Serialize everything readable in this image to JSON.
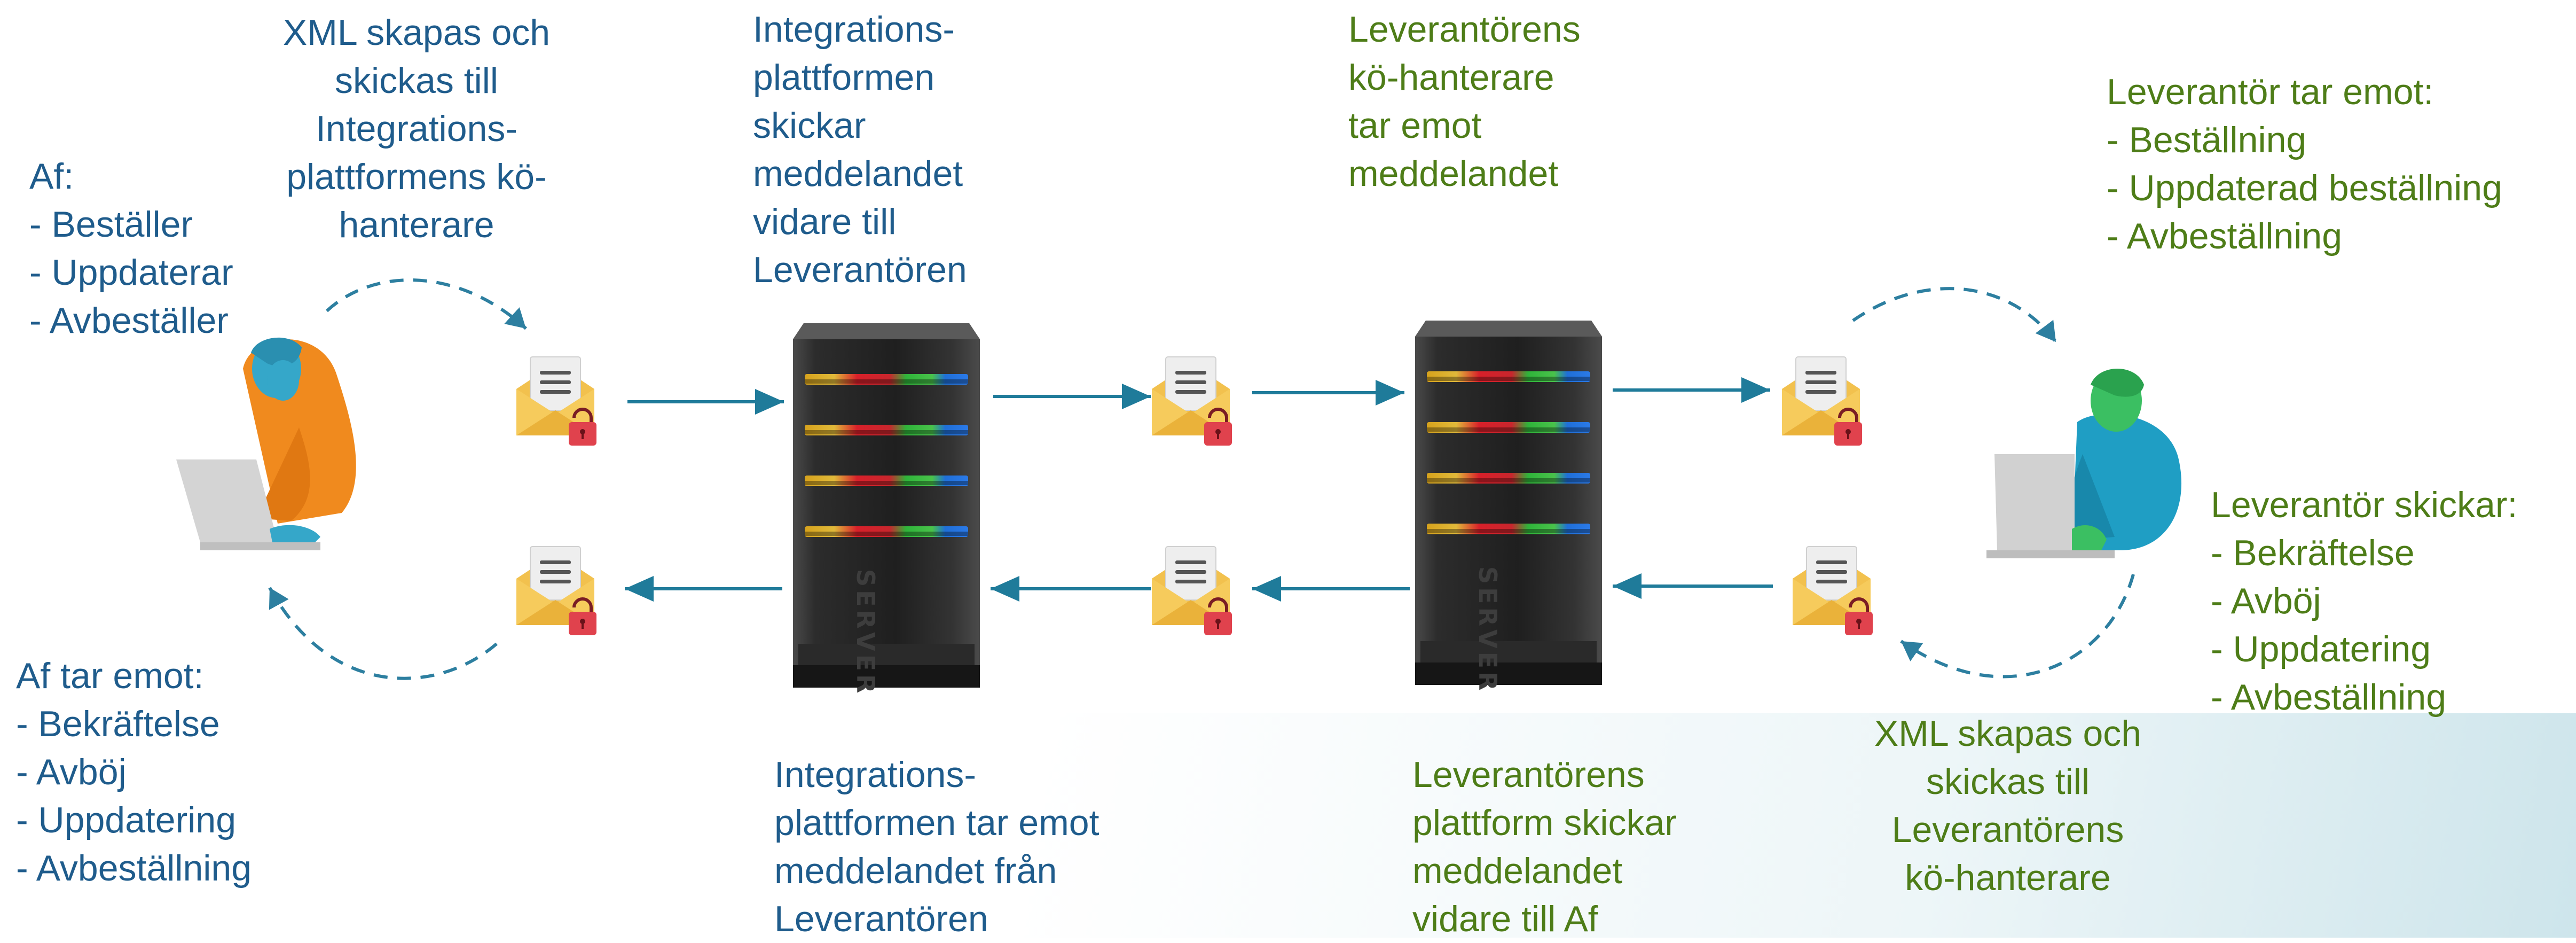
{
  "colors": {
    "af_text": "#1f5c8c",
    "leverantor_text": "#4e7d18",
    "arrow": "#1f7b9a",
    "dashed_arrow": "#2d7fa0",
    "envelope": "#f2c14e",
    "lock": "#e0424d",
    "server": "#2a2a2a"
  },
  "labels": {
    "af_actions": {
      "title": "Af:",
      "items": [
        "- Beställer",
        "- Uppdaterar",
        "- Avbeställer"
      ]
    },
    "xml_to_integration": [
      "XML skapas och",
      "skickas till",
      "Integrations-",
      "plattformens kö-",
      "hanterare"
    ],
    "integration_forwards": [
      "Integrations-",
      "plattformen",
      "skickar",
      "meddelandet",
      "vidare till",
      "Leverantören"
    ],
    "supplier_queue_receives": [
      "Leverantörens",
      "kö-hanterare",
      "tar emot",
      "meddelandet"
    ],
    "supplier_receives": {
      "title": "Leverantör tar emot:",
      "items": [
        "- Beställning",
        "- Uppdaterad beställning",
        "- Avbeställning"
      ]
    },
    "supplier_sends": {
      "title": "Leverantör skickar:",
      "items": [
        "- Bekräftelse",
        "- Avböj",
        "- Uppdatering",
        "- Avbeställning"
      ]
    },
    "xml_to_supplier_queue": [
      "XML skapas och",
      "skickas till",
      "Leverantörens",
      "kö-hanterare"
    ],
    "supplier_platform_sends": [
      "Leverantörens",
      "plattform skickar",
      "meddelandet",
      "vidare till Af"
    ],
    "integration_receives": [
      "Integrations-",
      "plattformen tar emot",
      "meddelandet från",
      "Leverantören"
    ],
    "af_receives": {
      "title": "Af tar emot:",
      "items": [
        "- Bekräftelse",
        "- Avböj",
        "- Uppdatering",
        "- Avbeställning"
      ]
    }
  },
  "icons": {
    "af_user": "person-at-laptop-icon",
    "supplier_user": "person-at-laptop-icon",
    "server": "server-tower-icon",
    "message": "envelope-lock-icon"
  }
}
